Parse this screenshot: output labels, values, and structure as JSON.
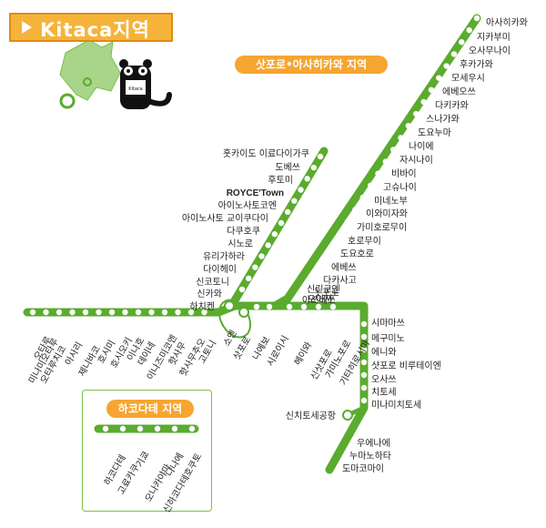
{
  "title": "Kitaca지역",
  "sapporo_area_label": "삿포로•아사히카와 지역",
  "hakodate_area_label": "하코다테 지역",
  "mascot_text": "Kitaca",
  "colors": {
    "line": "#5aab2e",
    "station_fill": "#ffffff",
    "accent": "#f6a531",
    "map_fill": "#a8d58a"
  },
  "hakodate_line_stations": [
    "하코다테",
    "고료카쿠",
    "기쿄",
    "오나카야마",
    "나나에",
    "신하코다테호쿠토"
  ],
  "asahikawa_line_stations": [
    "아사히카와",
    "지카부미",
    "오사무나이",
    "후카가와",
    "모세우시",
    "에베오쓰",
    "다키카와",
    "스나가와",
    "도요누마",
    "나이에",
    "자시나이",
    "비바이",
    "고슈나이",
    "미네노부",
    "이와미자와",
    "가미호로무이",
    "호로무이",
    "도요호로",
    "에베쓰",
    "다카사고",
    "놋포로",
    "오아사",
    "신린코엔",
    "아쓰베쓰"
  ],
  "sassho_line_stations": [
    "홋카이도 이료다이가쿠",
    "도베쓰",
    "후토미",
    "ROYCE'Town",
    "아이노사토코엔",
    "아이노사토 교이쿠다이",
    "다쿠호쿠",
    "시노로",
    "유리가하라",
    "다이헤이",
    "신코토니",
    "신카와",
    "하치켄"
  ],
  "west_line_stations": [
    "오타루",
    "미나미오타루",
    "오타루치코",
    "아사리",
    "제니바코",
    "호시미",
    "호시오키",
    "이나호",
    "데이네",
    "이나즈미코엔",
    "핫사무",
    "핫사무추오",
    "고토니"
  ],
  "center_stations": [
    "소엔",
    "삿포로",
    "나에보",
    "시로이시"
  ],
  "chitose_line_stations": [
    "헤이와",
    "신삿포로",
    "가미노포로",
    "기타히로시마",
    "시마마쓰",
    "메구미노",
    "에니와",
    "샷포로 비루테이엔",
    "오사쓰",
    "치토세",
    "미나미치토세",
    "우에나에",
    "누마노하타",
    "도마코마이"
  ],
  "airport_station": "신치토세공항"
}
